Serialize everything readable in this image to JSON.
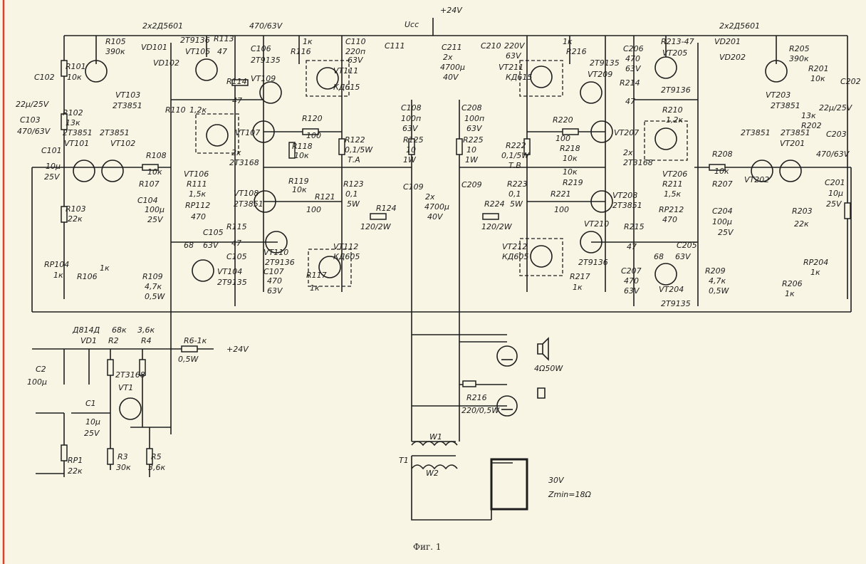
{
  "caption": "Фиг. 1",
  "colors": {
    "paper": "#f8f5e4",
    "ink": "#1e1e1e",
    "margin_line": "#d8432f"
  },
  "labels": [
    "2х2Д5601",
    "470/63V",
    "Ucc",
    "+24V",
    "2х2Д5601",
    "R105",
    "390к",
    "VD101",
    "VD102",
    "2Т9136",
    "VT105",
    "R113",
    "47",
    "C106",
    "2Т9135",
    "1к",
    "R116",
    "C110",
    "220п",
    "63V",
    "C111",
    "C211",
    "2х",
    "4700µ",
    "40V",
    "C210",
    "220V",
    "63V",
    "1к",
    "R216",
    "C206",
    "470",
    "63V",
    "R213-47",
    "VT205",
    "VD201",
    "VD202",
    "R205",
    "390к",
    "R201",
    "10к",
    "C202",
    "22µ/25V",
    "VT203",
    "2Т3851",
    "2Т9136",
    "R214",
    "47",
    "VT211",
    "КД615",
    "VT209",
    "2Т9135",
    "R101",
    "10к",
    "C102",
    "22µ/25V",
    "R102",
    "13к",
    "2Т3851",
    "C103",
    "470/63V",
    "VT103",
    "2Т3851",
    "R114",
    "47",
    "R110",
    "1,2к",
    "VT109",
    "VT111",
    "КД615",
    "R120",
    "100",
    "VT107",
    "R118",
    "10к",
    "R122",
    "0,1/5W",
    "Т.А",
    "C108",
    "100п",
    "63V",
    "R125",
    "10",
    "1W",
    "C208",
    "100п",
    "63V",
    "R225",
    "10",
    "1W",
    "R222",
    "0,1/5W",
    "Т.В",
    "R220",
    "100",
    "VT207",
    "R218",
    "10к",
    "R210",
    "1,2к",
    "2х",
    "2Т3168",
    "VT206",
    "R208",
    "10к",
    "R207",
    "2Т3851",
    "2Т3851",
    "VT202",
    "VT201",
    "R202",
    "13к",
    "C203",
    "470/63V",
    "C201",
    "10µ",
    "25V",
    "R203",
    "22к",
    "RP204",
    "1к",
    "R206",
    "1к",
    "R209",
    "4,7к",
    "0,5W",
    "VT204",
    "2Т9135",
    "C205",
    "68",
    "63V",
    "R211",
    "1,5к",
    "RP212",
    "470",
    "C204",
    "100µ",
    "25V",
    "R215",
    "47",
    "C207",
    "470",
    "63V",
    "VT210",
    "VT212",
    "КД605",
    "R217",
    "1к",
    "2Т9136",
    "R223",
    "0,1",
    "5W",
    "R221",
    "100",
    "10к",
    "R219",
    "VT208",
    "2Т3851",
    "R224",
    "120/2W",
    "C209",
    "C109",
    "2х",
    "4700µ",
    "40V",
    "R124",
    "120/2W",
    "R123",
    "0,1",
    "5W",
    "R119",
    "10к",
    "R121",
    "100",
    "VT108",
    "2Т3851",
    "R111",
    "1,5к",
    "RP112",
    "470",
    "C105",
    "68",
    "63V",
    "R115",
    "47",
    "C105",
    "VT110",
    "2Т9136",
    "VT112",
    "КД605",
    "C107",
    "470",
    "63V",
    "R117",
    "1к",
    "VT104",
    "2Т9135",
    "R109",
    "4,7к",
    "0,5W",
    "RP104",
    "1к",
    "R106",
    "1к",
    "R103",
    "22к",
    "C101",
    "10µ",
    "25V",
    "VT101",
    "VT102",
    "2Т3851",
    "R108",
    "10к",
    "R107",
    "C104",
    "100µ",
    "25V",
    "VT106",
    "2х",
    "2Т3168",
    "Д814Д",
    "VD1",
    "68к",
    "R2",
    "3,6к",
    "R4",
    "R6-1к",
    "0,5W",
    "+24V",
    "C2",
    "100µ",
    "2Т3168",
    "VT1",
    "C1",
    "10µ",
    "25V",
    "RP1",
    "22к",
    "R3",
    "30к",
    "R5",
    "3,6к",
    "4Ω50W",
    "R216",
    "220/0,5W",
    "W1",
    "T1",
    "W2",
    "30V",
    "Zmin=18Ω"
  ]
}
